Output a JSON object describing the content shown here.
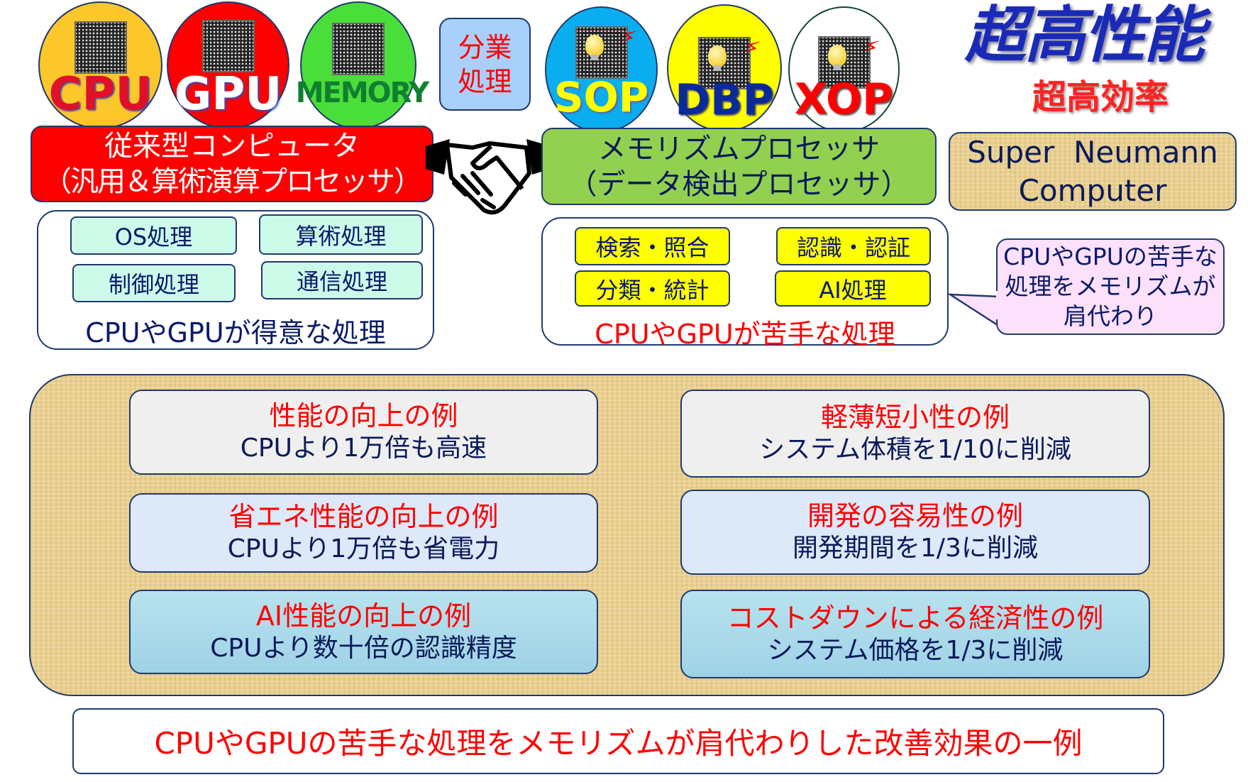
{
  "top_units": {
    "cpu": {
      "label": "CPU",
      "color": "#fcc72a"
    },
    "gpu": {
      "label": "GPU",
      "color": "#ff0000"
    },
    "memory": {
      "label": "MEMORY",
      "color": "#4ade3a"
    },
    "division": {
      "line1": "分業",
      "line2": "処理"
    },
    "sop": {
      "label": "SOP",
      "color": "#0aaef0"
    },
    "dbp": {
      "label": "DBP",
      "color": "#ffff00"
    },
    "xop": {
      "label": "XOP",
      "color": "#ffffff"
    }
  },
  "headline": {
    "main": "超高性能",
    "sub": "超高効率"
  },
  "conventional": {
    "line1": "従来型コンピュータ",
    "line2": "（汎用＆算術演算プロセッサ）"
  },
  "memorism": {
    "line1": "メモリズムプロセッサ",
    "line2": "（データ検出プロセッサ）"
  },
  "super_neumann": {
    "line1": "Super  Neumann",
    "line2": "Computer"
  },
  "strengths": {
    "items": [
      "OS処理",
      "算術処理",
      "制御処理",
      "通信処理"
    ],
    "caption": "CPUやGPUが得意な処理"
  },
  "weaknesses": {
    "items": [
      "検索・照合",
      "認識・認証",
      "分類・統計",
      "AI処理"
    ],
    "caption": "CPUやGPUが苦手な処理"
  },
  "callout": {
    "line1": "CPUやGPUの苦手な",
    "line2": "処理をメモリズムが",
    "line3": "肩代わり"
  },
  "examples": [
    {
      "title": "性能の向上の例",
      "detail": "CPUより1万倍も高速"
    },
    {
      "title": "軽薄短小性の例",
      "detail": "システム体積を1/10に削減"
    },
    {
      "title": "省エネ性能の向上の例",
      "detail": "CPUより1万倍も省電力"
    },
    {
      "title": "開発の容易性の例",
      "detail": "開発期間を1/3に削減"
    },
    {
      "title": "AI性能の向上の例",
      "detail": "CPUより数十倍の認識精度"
    },
    {
      "title": "コストダウンによる経済性の例",
      "detail": "システム価格を1/3に削減"
    }
  ],
  "footer": "CPUやGPUの苦手な処理をメモリズムが肩代わりした改善効果の一例"
}
